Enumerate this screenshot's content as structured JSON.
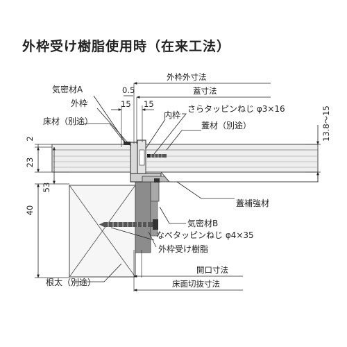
{
  "title": "外枠受け樹脂使用時（在来工法）",
  "labels": {
    "kimitsu_a": "気密材A",
    "sotowaku": "外枠",
    "yukazai": "床材（別途）",
    "uchiwaku": "内枠",
    "screw_top": "さらタッピンねじ φ3×16",
    "futazai": "蓋材（別途）",
    "futa_hokyo": "蓋補強材",
    "kimitsu_b": "気密材B",
    "screw_bottom": "なべタッピンねじ φ4×35",
    "sotowaku_ukejushi": "外枠受け樹脂",
    "neda": "根太（別途）"
  },
  "dimensions": {
    "sotowaku_sunpo": "外枠外寸法",
    "futa_sunpo": "蓋寸法",
    "kaiko_sunpo": "開口寸法",
    "yukamen_kirinuki": "床面切抜寸法",
    "d05": "0.5",
    "d15a": "15",
    "d15b": "15",
    "d2": "2",
    "d23": "23",
    "d53": "53",
    "d40": "40",
    "d138": "13.8～15"
  }
}
